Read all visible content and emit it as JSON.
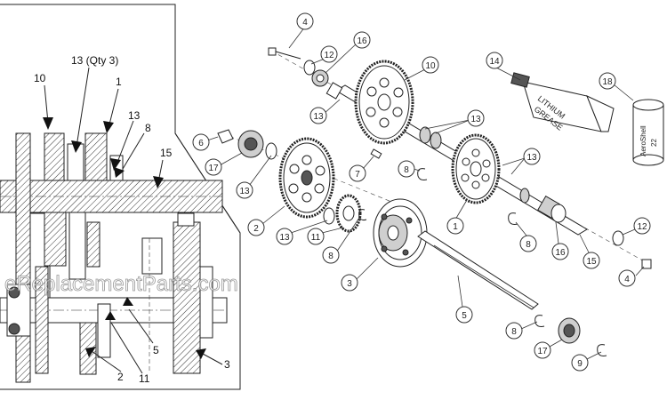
{
  "detail_view": {
    "labels": [
      {
        "id": "d10",
        "text": "10"
      },
      {
        "id": "d13q",
        "text": "13 (Qty 3)"
      },
      {
        "id": "d1",
        "text": "1"
      },
      {
        "id": "d13",
        "text": "13"
      },
      {
        "id": "d8",
        "text": "8"
      },
      {
        "id": "d15",
        "text": "15"
      },
      {
        "id": "d2",
        "text": "2"
      },
      {
        "id": "d11",
        "text": "11"
      },
      {
        "id": "d5",
        "text": "5"
      },
      {
        "id": "d3",
        "text": "3"
      }
    ]
  },
  "callouts": [
    {
      "id": "c4a",
      "text": "4"
    },
    {
      "id": "c16a",
      "text": "16"
    },
    {
      "id": "c12a",
      "text": "12"
    },
    {
      "id": "c10",
      "text": "10"
    },
    {
      "id": "c14",
      "text": "14"
    },
    {
      "id": "c18",
      "text": "18"
    },
    {
      "id": "c13a",
      "text": "13"
    },
    {
      "id": "c13b",
      "text": "13"
    },
    {
      "id": "c6",
      "text": "6"
    },
    {
      "id": "c17a",
      "text": "17"
    },
    {
      "id": "c7",
      "text": "7"
    },
    {
      "id": "c8a",
      "text": "8"
    },
    {
      "id": "c13c",
      "text": "13"
    },
    {
      "id": "c13d",
      "text": "13"
    },
    {
      "id": "c2",
      "text": "2"
    },
    {
      "id": "c13e",
      "text": "13"
    },
    {
      "id": "c11",
      "text": "11"
    },
    {
      "id": "c8b",
      "text": "8"
    },
    {
      "id": "c1",
      "text": "1"
    },
    {
      "id": "c8c",
      "text": "8"
    },
    {
      "id": "c16b",
      "text": "16"
    },
    {
      "id": "c15",
      "text": "15"
    },
    {
      "id": "c12b",
      "text": "12"
    },
    {
      "id": "c4b",
      "text": "4"
    },
    {
      "id": "c3",
      "text": "3"
    },
    {
      "id": "c5",
      "text": "5"
    },
    {
      "id": "c8d",
      "text": "8"
    },
    {
      "id": "c17b",
      "text": "17"
    },
    {
      "id": "c9",
      "text": "9"
    }
  ],
  "grease_tube": {
    "line1": "LITHIUM",
    "line2": "GREASE"
  },
  "jar": {
    "line1": "AeroShell",
    "line2": "22"
  },
  "watermark": "eReplacementParts.com"
}
